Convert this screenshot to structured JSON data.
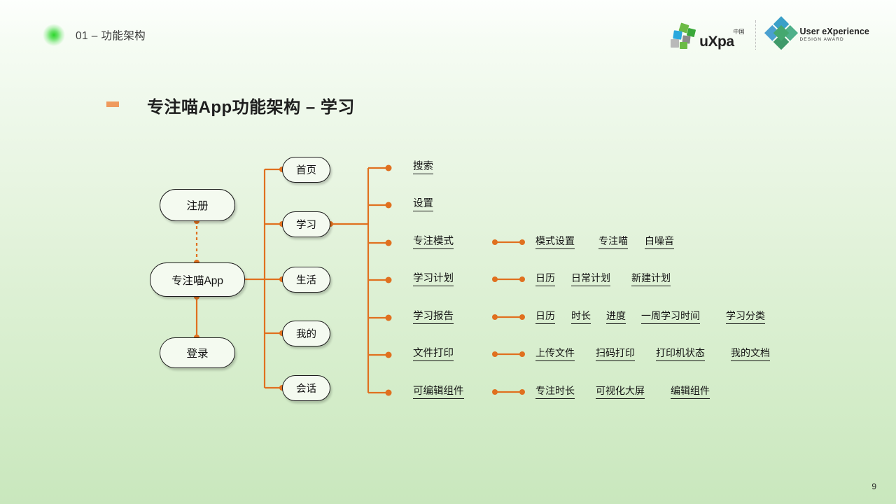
{
  "header": {
    "section_label": "01 – 功能架构",
    "glow_color": "#2cd62c",
    "logos": {
      "uxpa": {
        "wordmark": "uXpa",
        "region": "中国"
      },
      "uxda": {
        "line1": "User eXperience",
        "line2": "DESIGN   AWARD"
      }
    }
  },
  "title": {
    "text": "专注喵App功能架构 – 学习",
    "bullet_color": "#ef9a5d"
  },
  "colors": {
    "accent_orange": "#e0701f",
    "node_fill": "#f4faf0",
    "node_border": "#1d1d1d",
    "background_top": "#fdfffd",
    "background_bottom": "#c9e7bd"
  },
  "diagram": {
    "level0": {
      "root": "专注喵App",
      "above": "注册",
      "below": "登录"
    },
    "level1": [
      {
        "label": "首页"
      },
      {
        "label": "学习"
      },
      {
        "label": "生活"
      },
      {
        "label": "我的"
      },
      {
        "label": "会话"
      }
    ],
    "level2": [
      {
        "label": "搜索",
        "children": []
      },
      {
        "label": "设置",
        "children": []
      },
      {
        "label": "专注模式",
        "children": [
          "模式设置",
          "专注喵",
          "白噪音"
        ]
      },
      {
        "label": "学习计划",
        "children": [
          "日历",
          "日常计划",
          "新建计划"
        ]
      },
      {
        "label": "学习报告",
        "children": [
          "日历",
          "时长",
          "进度",
          "一周学习时间",
          "学习分类"
        ]
      },
      {
        "label": "文件打印",
        "children": [
          "上传文件",
          "扫码打印",
          "打印机状态",
          "我的文档"
        ]
      },
      {
        "label": "可编辑组件",
        "children": [
          "专注时长",
          "可视化大屏",
          "编辑组件"
        ]
      }
    ]
  },
  "footer": {
    "page_number": "9"
  }
}
